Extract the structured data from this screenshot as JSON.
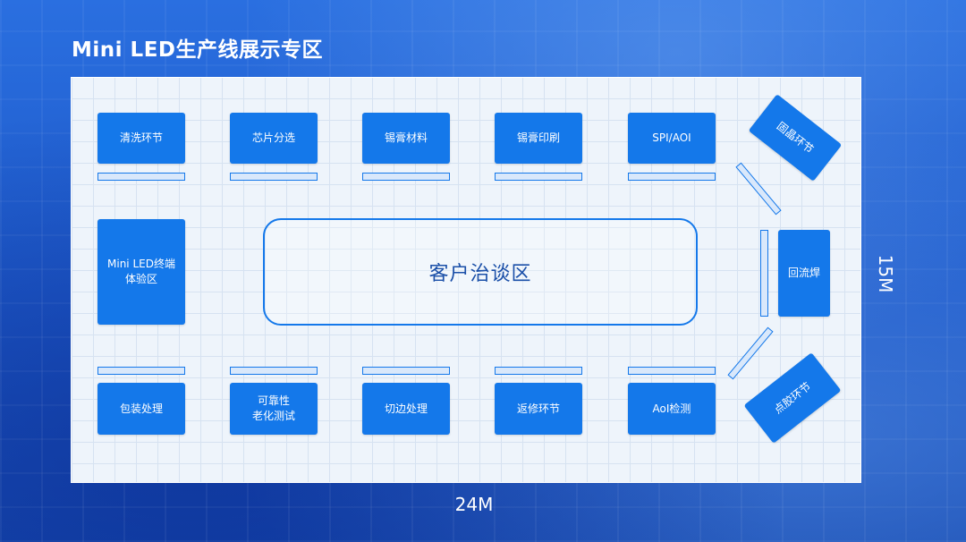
{
  "title": "Mini LED生产线展示专区",
  "zone_label": "客户治谈区",
  "dimensions": {
    "width": "24M",
    "height": "15M"
  },
  "stations": {
    "qingxi": "清洗环节",
    "xinpian": "芯片分选",
    "xigao_cailiao": "锡膏材料",
    "xigao_yinshua": "锡膏印刷",
    "spi": "SPI/AOI",
    "gujing": "固晶环节",
    "huiliuhan": "回流焊",
    "dianjiao": "点胶环节",
    "terminal": "Mini LED终端\n体验区",
    "baozhuang": "包装处理",
    "kekao": "可靠性\n老化测试",
    "qiebian": "切边处理",
    "fanxiu": "返修环节",
    "aoi": "AoI检测"
  },
  "colors": {
    "accent": "#1478ea",
    "floor": "#eef4fb",
    "background": "#1f5fd0"
  }
}
